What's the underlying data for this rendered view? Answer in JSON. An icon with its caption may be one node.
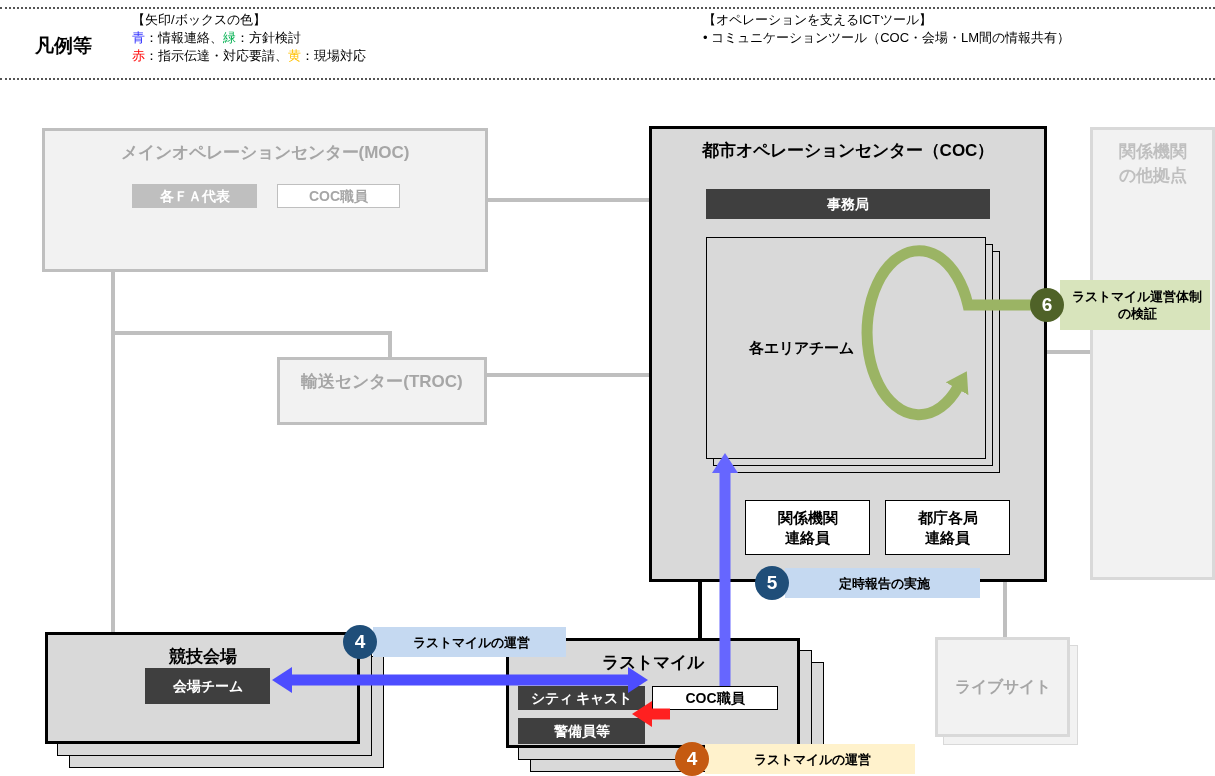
{
  "diagram": {
    "nodes": [
      {
        "text": [
          "メインオペレーションセンター(MOC)"
        ]
      },
      {
        "text": [
          "各ＦＡ代表"
        ],
        "in": 0
      },
      {
        "text": [
          "COC職員"
        ],
        "in": 0
      },
      {
        "text": [
          "輸送センター(TROC)"
        ]
      },
      {
        "text": [
          "都市オペレーションセンター（COC）"
        ]
      },
      {
        "text": [
          "事務局"
        ],
        "in": 4
      },
      {
        "text": [
          "各エリアチーム"
        ],
        "in": 4
      },
      {
        "text": [
          "関係機関連絡員"
        ],
        "in": 4
      },
      {
        "text": [
          "都庁各局連絡員"
        ],
        "in": 4
      },
      {
        "text": [
          "関係機関の他拠点"
        ]
      },
      {
        "text": [
          "競技会場"
        ]
      },
      {
        "text": [
          "会場チーム"
        ],
        "in": 10
      },
      {
        "text": [
          "ラストマイル"
        ]
      },
      {
        "text": [
          "シティ キャスト"
        ],
        "in": 12
      },
      {
        "text": [
          "COC職員"
        ],
        "in": 12
      },
      {
        "text": [
          "警備員等"
        ],
        "in": 12
      },
      {
        "text": [
          "ライブサイト"
        ]
      },
      {
        "text": [
          "4",
          "ラストマイルの運営"
        ]
      },
      {
        "text": [
          "5",
          "定時報告の実施"
        ]
      },
      {
        "text": [
          "6",
          "ラストマイル運営体制の検証"
        ]
      },
      {
        "text": [
          "4",
          "ラストマイルの運営"
        ]
      }
    ],
    "edges": [
      {
        "from": 0,
        "to": 4,
        "arrow": "none"
      },
      {
        "from": 0,
        "to": 3,
        "arrow": "none"
      },
      {
        "from": 3,
        "to": 4,
        "arrow": "none"
      },
      {
        "from": 4,
        "to": 9,
        "arrow": "none"
      },
      {
        "from": 0,
        "to": 10,
        "arrow": "none"
      },
      {
        "from": 4,
        "to": 12,
        "arrow": "none",
        "color": "#000000"
      },
      {
        "from": 4,
        "to": 16,
        "arrow": "none"
      },
      {
        "from": 14,
        "to": 6,
        "arrow": "to",
        "style": "thick",
        "color": "#6666ff"
      },
      {
        "from": 11,
        "to": 14,
        "arrow": "both",
        "style": "thick",
        "color": "#4d4dff"
      },
      {
        "from": 14,
        "to": 13,
        "arrow": "to",
        "style": "thick",
        "color": "#ff2020"
      },
      {
        "from": 19,
        "to": 6,
        "arrow": "to",
        "style": "thick",
        "color": "#9bb464"
      }
    ],
    "labels": [
      "凡例等",
      "【矢印/ボックスの色】",
      "青",
      "：情報連絡、",
      "緑",
      "：方針検討",
      "赤",
      "：指示伝達・対応要請、",
      "黄",
      "：現場対応",
      "【オペレーションを支えるICTツール】",
      "• コミュニケーションツール（COC・会場・LM間の情報共有）"
    ]
  }
}
